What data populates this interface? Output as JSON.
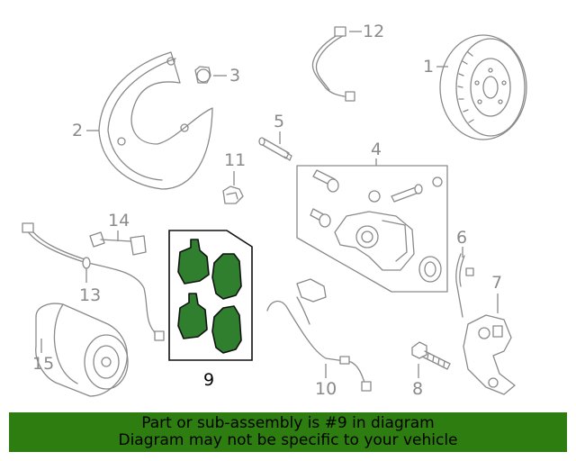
{
  "diagram": {
    "callouts": [
      "1",
      "2",
      "3",
      "4",
      "5",
      "6",
      "7",
      "8",
      "9",
      "10",
      "11",
      "12",
      "13",
      "14",
      "15"
    ],
    "highlight_color": "#2f7f2f"
  },
  "banner": {
    "line1": "Part or sub-assembly is #9 in diagram",
    "line2": "Diagram may not be specific to your vehicle",
    "background": "#2d7d10"
  }
}
